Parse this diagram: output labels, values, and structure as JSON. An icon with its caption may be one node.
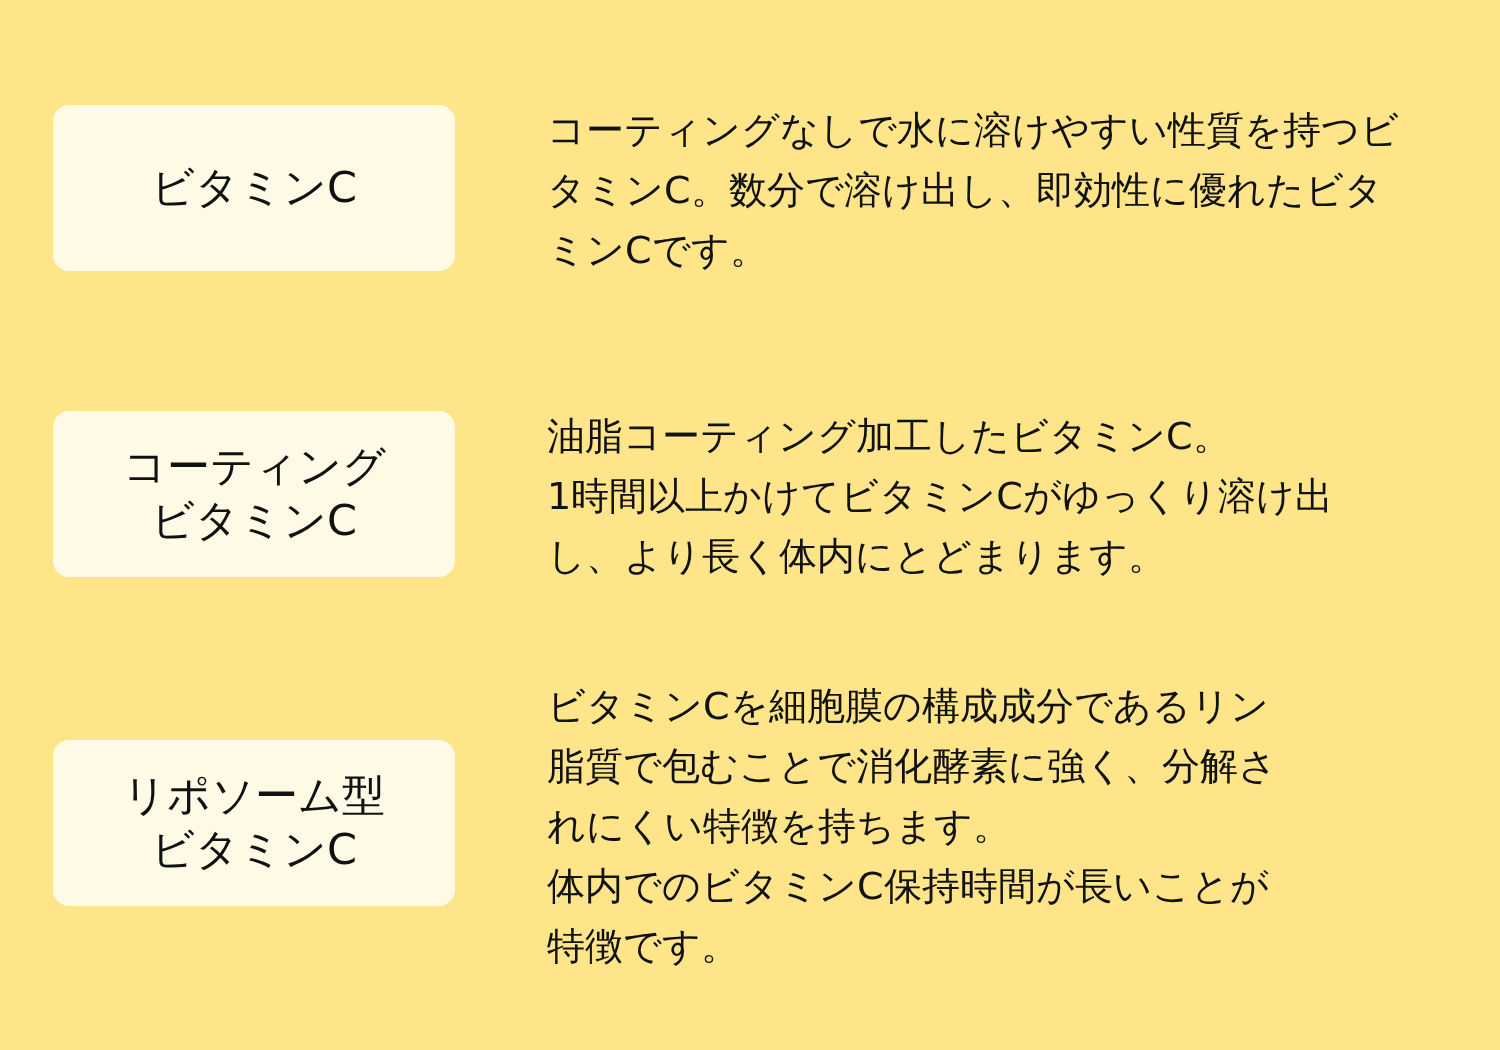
{
  "diagram": {
    "nodes": [
      {
        "text": [
          "ビタミンC"
        ],
        "beside": [
          "コーティングなしで水に溶けやすい性質を持つビタミンC。数分で溶け出し、即効性に優れたビタミンCです。"
        ]
      },
      {
        "text": [
          "コーティングビタミンC"
        ],
        "beside": [
          "油脂コーティング加工したビタミンC。",
          "1時間以上かけてビタミンCがゆっくり溶け出し、より長く体内にとどまります。"
        ]
      },
      {
        "text": [
          "リポソーム型ビタミンC"
        ],
        "beside": [
          "ビタミンCを細胞膜の構成成分であるリン脂質で包むことで消化酵素に強く、分解されにくい特徴を持ちます。",
          "体内でのビタミンC保持時間が長いことが特徴です。"
        ]
      }
    ]
  }
}
